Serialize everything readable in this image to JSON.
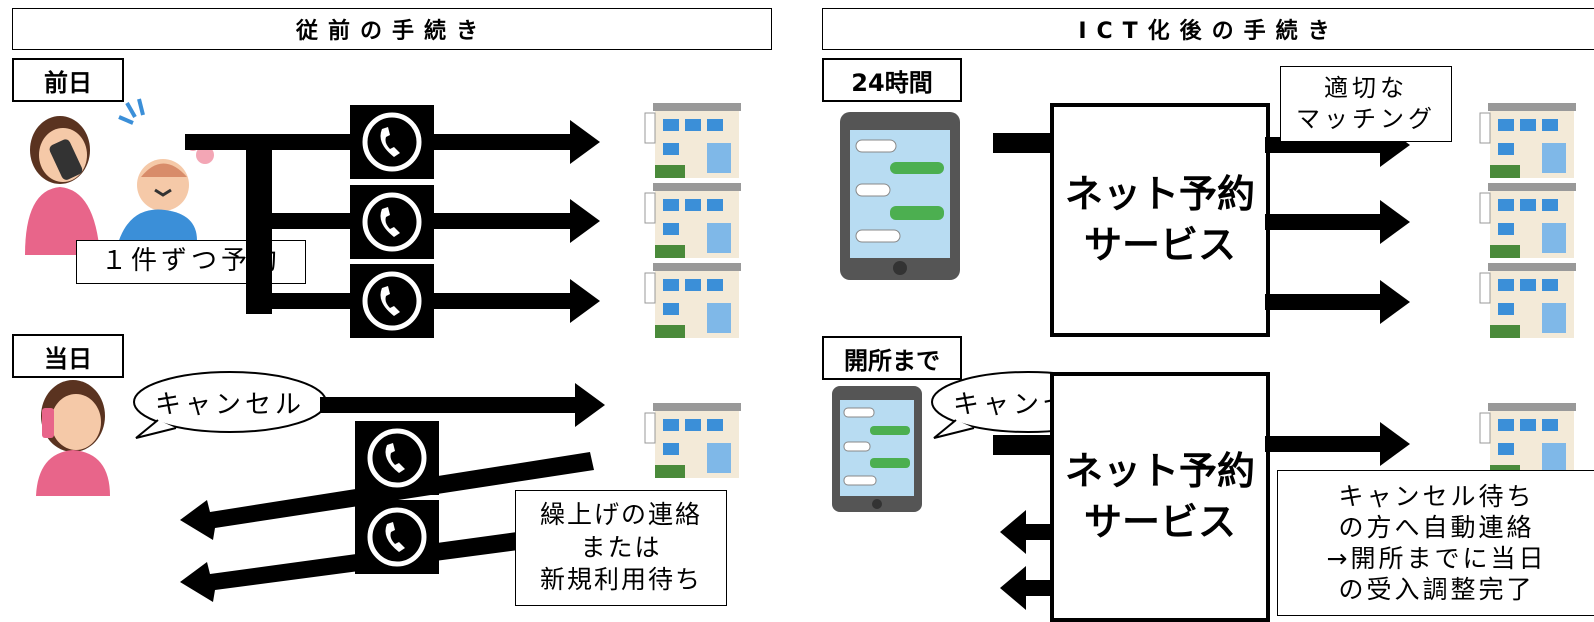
{
  "left": {
    "header": "従前の手続き",
    "day_before_tag": "前日",
    "reserve_label": "１件ずつ予約",
    "same_day_tag": "当日",
    "cancel_bubble": "キャンセル",
    "notice_box": "繰上げの連絡\nまたは\n新規利用待ち"
  },
  "right": {
    "header": "ICT化後の手続き",
    "hours_tag": "24時間",
    "matching_box": "適切な\nマッチング",
    "service_top": "ネット予約\nサービス",
    "until_open_tag": "開所まで",
    "cancel_bubble": "キャンセル",
    "service_bottom": "ネット予約\nサービス",
    "auto_box": "キャンセル待ち\nの方へ自動連絡\n→開所までに当日\nの受入調整完了"
  },
  "icons": [
    "mother-with-baby-icon",
    "mother-on-phone-icon",
    "phone-icon",
    "building-icon",
    "smartphone-icon"
  ],
  "colors": {
    "line": "#000000",
    "skin": "#f5c9a8",
    "pink": "#e8658a",
    "window": "#3b8fd8",
    "chat_green": "#4caf50",
    "screen": "#b8dcf2"
  }
}
